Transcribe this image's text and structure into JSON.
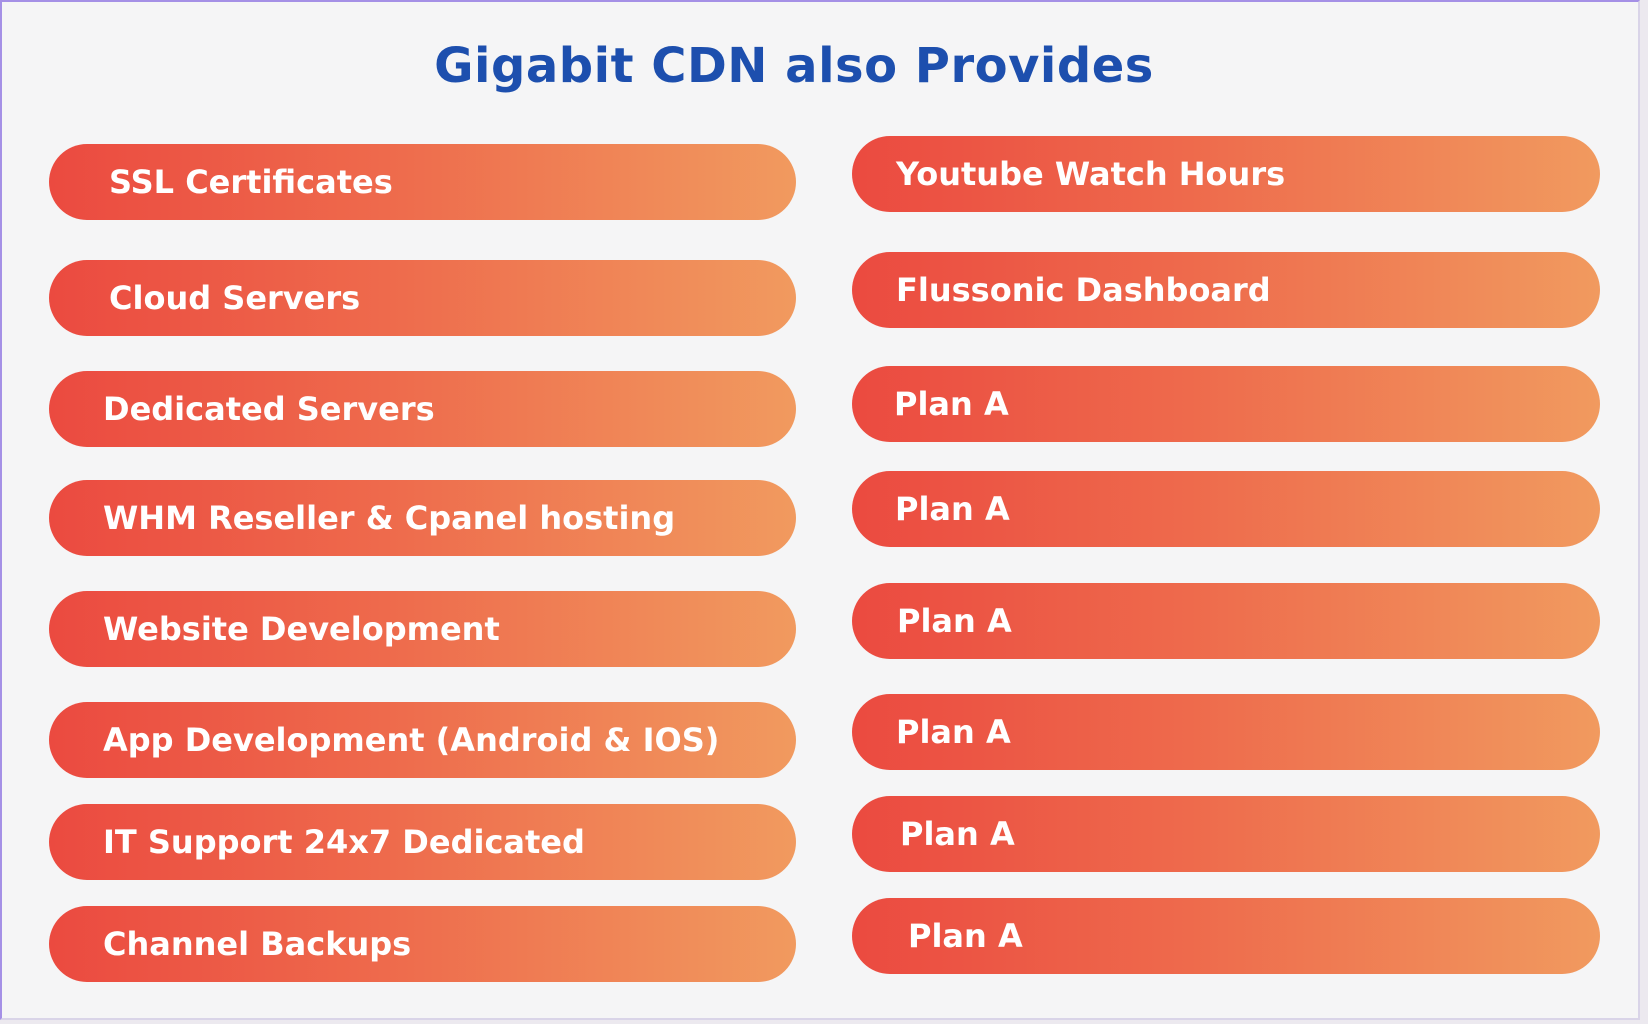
{
  "title": "Gigabit CDN also Provides",
  "left_items": [
    {
      "label": "SSL Certificates"
    },
    {
      "label": "Cloud Servers"
    },
    {
      "label": "Dedicated Servers"
    },
    {
      "label": "WHM Reseller & Cpanel hosting"
    },
    {
      "label": "Website Development"
    },
    {
      "label": "App Development (Android & IOS)"
    },
    {
      "label": "IT Support 24x7 Dedicated"
    },
    {
      "label": "Channel Backups"
    }
  ],
  "right_items": [
    {
      "label": "Youtube Watch Hours"
    },
    {
      "label": "Flussonic Dashboard"
    },
    {
      "label": "Plan A"
    },
    {
      "label": "Plan A"
    },
    {
      "label": "Plan A"
    },
    {
      "label": "Plan A"
    },
    {
      "label": "Plan A"
    },
    {
      "label": "Plan A"
    }
  ],
  "colors": {
    "title": "#1d4fae",
    "pill_start": "#eb4a40",
    "pill_end": "#f19a5f",
    "pill_text": "#ffffff"
  }
}
